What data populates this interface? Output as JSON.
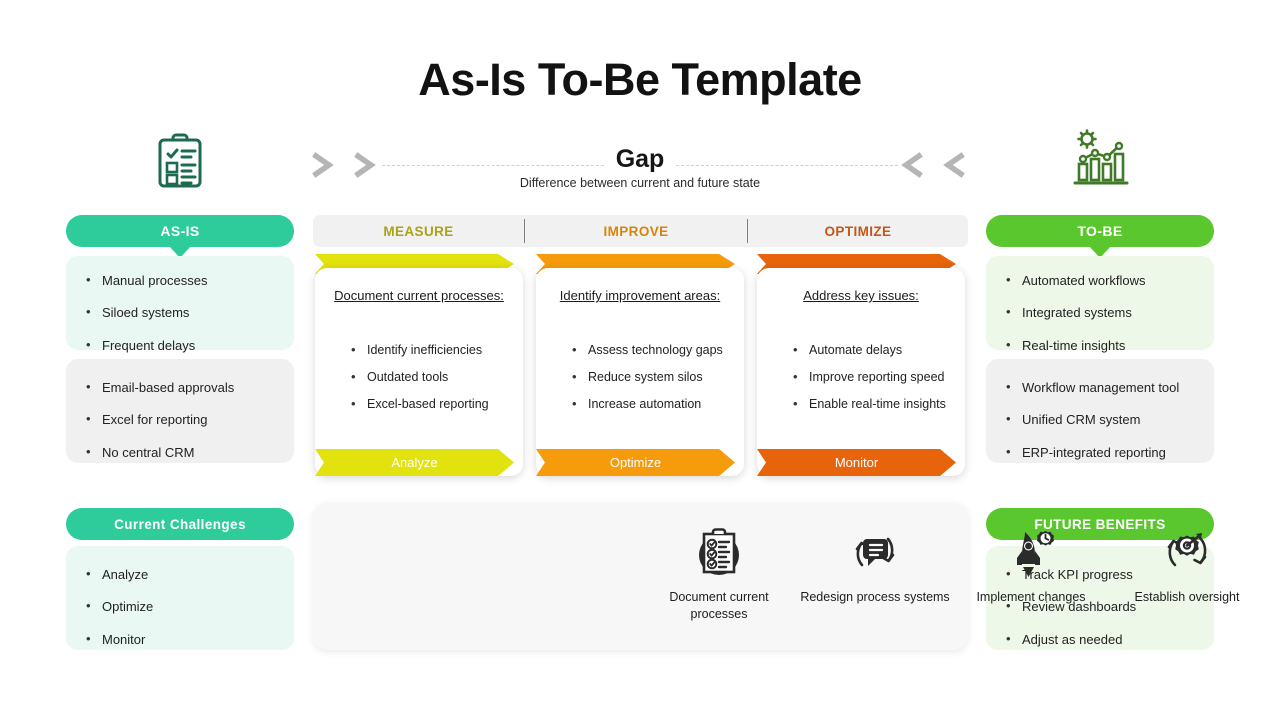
{
  "title": "As-Is To-Be Template",
  "gap": {
    "heading": "Gap",
    "subtitle": "Difference between current and future state",
    "left_arrow_1": "arrow-right-icon",
    "left_arrow_2": "arrow-right-icon",
    "right_arrow_1": "arrow-left-icon",
    "right_arrow_2": "arrow-left-icon"
  },
  "icons": {
    "as_is": "clipboard-checklist-icon",
    "to_be": "gear-bar-chart-growth-icon"
  },
  "colors": {
    "as_is_pill": "#2ecc9b",
    "to_be_pill": "#5ac72e",
    "as_is_box": "#e9f8f2",
    "to_be_box": "#eef8e8",
    "gray_box": "#f0f0f0",
    "measure": "#e2e20e",
    "improve": "#f59b0c",
    "optimize": "#e8640c",
    "measure_label": "#a9a318",
    "improve_label": "#d4860d",
    "optimize_label": "#c4561a",
    "header_bar": "#f1f1f1"
  },
  "left": {
    "header": "AS-IS",
    "primary_items": [
      "Manual processes",
      "Siloed systems",
      "Frequent delays"
    ],
    "secondary_items": [
      "Email-based approvals",
      "Excel for reporting",
      "No central CRM"
    ],
    "bottom_header": "Current Challenges",
    "bottom_items": [
      "Analyze",
      "Optimize",
      "Monitor"
    ]
  },
  "right": {
    "header": "TO-BE",
    "primary_items": [
      "Automated workflows",
      "Integrated systems",
      "Real-time insights"
    ],
    "secondary_items": [
      "Workflow management tool",
      "Unified CRM system",
      "ERP-integrated reporting"
    ],
    "bottom_header": "FUTURE BENEFITS",
    "bottom_items": [
      "Track KPI progress",
      "Review dashboards",
      "Adjust as needed"
    ]
  },
  "middle": {
    "columns": [
      {
        "header": "MEASURE",
        "heading": "Document current processes:",
        "items": [
          "Identify inefficiencies",
          "Outdated tools",
          "Excel-based reporting"
        ],
        "footer": "Analyze"
      },
      {
        "header": "IMPROVE",
        "heading": "Identify improvement areas:",
        "items": [
          "Assess technology gaps",
          "Reduce system silos",
          "Increase automation"
        ],
        "footer": "Optimize"
      },
      {
        "header": "OPTIMIZE",
        "heading": "Address key issues:",
        "items": [
          "Automate delays",
          "Improve reporting speed",
          "Enable real-time insights"
        ],
        "footer": "Monitor"
      }
    ]
  },
  "bottom_steps": [
    {
      "icon": "clipboard-checklist-filled-icon",
      "label": "Document current processes"
    },
    {
      "icon": "chat-refresh-cycle-icon",
      "label": "Redesign process systems"
    },
    {
      "icon": "rocket-gear-clock-icon",
      "label": "Implement changes"
    },
    {
      "icon": "gear-target-arrow-cycle-icon",
      "label": "Establish oversight"
    }
  ]
}
